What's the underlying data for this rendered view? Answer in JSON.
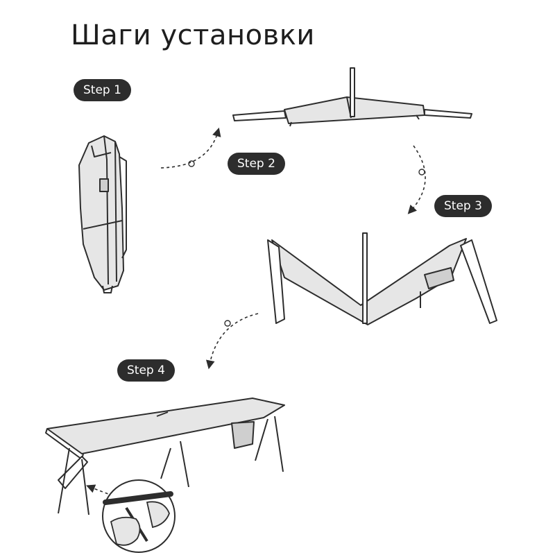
{
  "title": "Шаги установки",
  "steps": [
    {
      "label": "Step 1"
    },
    {
      "label": "Step 2"
    },
    {
      "label": "Step 3"
    },
    {
      "label": "Step 4"
    }
  ],
  "colors": {
    "ink": "#2d2d2d",
    "fabric": "#e6e6e6",
    "fabric_shadow": "#cfcfcf",
    "pill_bg": "#2d2d2d",
    "pill_text": "#ffffff"
  },
  "icons": [
    "dashed-curved-arrow-icon",
    "hand-icon",
    "magnify-circle-icon"
  ]
}
